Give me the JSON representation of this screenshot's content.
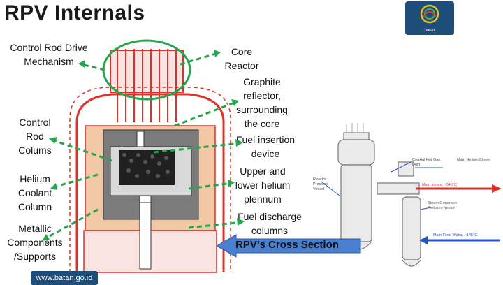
{
  "title": "RPV Internals",
  "logo": {
    "caption": "batan",
    "icon": "batan-logo-icon",
    "color": "#1f4d7a"
  },
  "left_labels": {
    "crdm": "Control Rod Drive Mechanism",
    "control_rod_colums": "Control Rod Colums",
    "helium_coolant_column": "Helium Coolant Column",
    "metallic_components": "Metallic Components /Supports"
  },
  "right_labels": {
    "core_reactor": "Core Reactor",
    "graphite_reflector": "Graphite reflector, surrounding the core",
    "fuel_insertion": "Fuel insertion device",
    "upper_lower_plenum": "Upper and lower helium plennum",
    "fuel_discharge": "Fuel discharge columns"
  },
  "section_caption": "RPV’s Cross Section",
  "diagram_small_labels": {
    "reactor_pressure_vessel": "Reactor Pressure Vessel",
    "coaxial_hot_gas_duct": "Coaxial Hot Gas Duct",
    "main_helium_blower": "Main Helium Blower",
    "main_steam": "Main steam, ~540°C",
    "steam_generator": "Steam Generator Pressure Vessel",
    "main_feed_water": "Main Feed Water, ~145°C"
  },
  "footer": "www.batan.go.id",
  "colors": {
    "green_arrow": "#22a84a",
    "red_vessel": "#e0302a",
    "blue_arrow": "#1f56c8",
    "footer_bg": "#1f4d7a"
  }
}
